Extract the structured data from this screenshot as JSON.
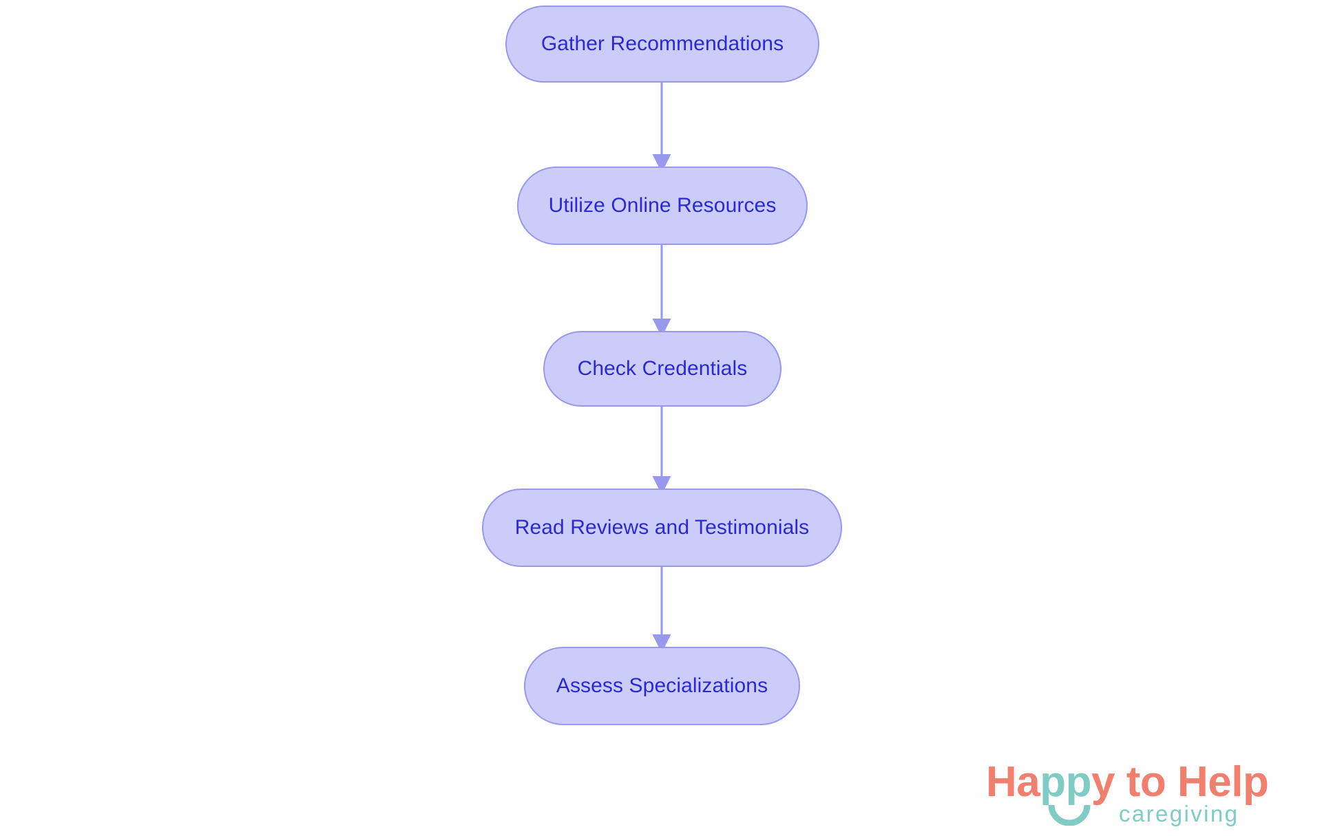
{
  "diagram": {
    "type": "flowchart",
    "orientation": "top-to-bottom",
    "background_color": "#fefeff",
    "node_fill_color": "#ccccf8",
    "node_border_color": "#9898ec",
    "node_text_color": "#2a2ad0",
    "connector_color": "#9898ec",
    "nodes": [
      {
        "id": "n1",
        "label": "Gather Recommendations"
      },
      {
        "id": "n2",
        "label": "Utilize Online Resources"
      },
      {
        "id": "n3",
        "label": "Check Credentials"
      },
      {
        "id": "n4",
        "label": "Read Reviews and Testimonials"
      },
      {
        "id": "n5",
        "label": "Assess Specializations"
      }
    ],
    "edges": [
      {
        "from": "n1",
        "to": "n2"
      },
      {
        "from": "n2",
        "to": "n3"
      },
      {
        "from": "n3",
        "to": "n4"
      },
      {
        "from": "n4",
        "to": "n5"
      }
    ]
  },
  "logo": {
    "word_1": "Ha",
    "word_pp": "pp",
    "word_2": "y to Help",
    "tagline": "caregiving",
    "primary_color": "#ef7f6e",
    "accent_color": "#81cbc4"
  }
}
